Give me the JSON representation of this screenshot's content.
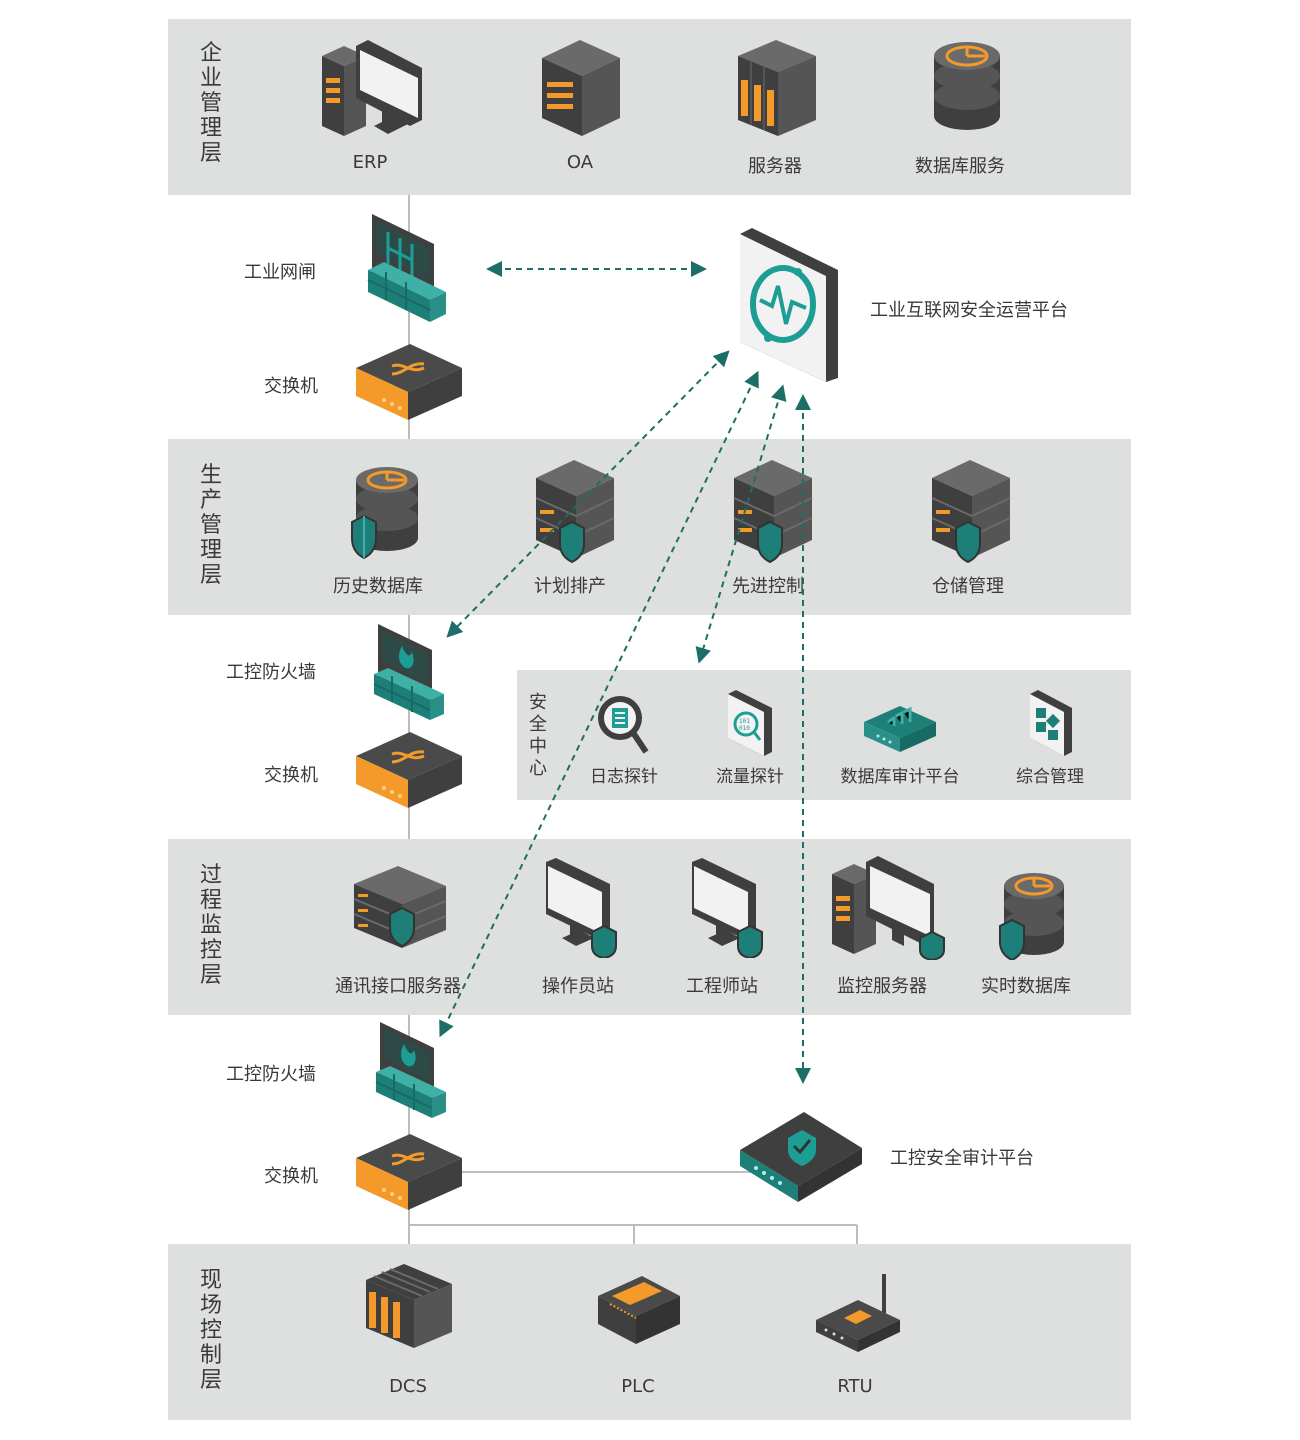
{
  "colors": {
    "layer_bg": "#dedfdf",
    "dark": "#4a4a4a",
    "orange": "#f39a2a",
    "teal": "#1d7f78",
    "arrow": "#1d6e66",
    "line": "#bdbdbd"
  },
  "enterprise": {
    "title": "企业管理层",
    "items": [
      "ERP",
      "OA",
      "服务器",
      "数据库服务"
    ]
  },
  "gateway": {
    "label": "工业网闸"
  },
  "platform": {
    "label": "工业互联网安全运营平台"
  },
  "switch_label": "交换机",
  "production": {
    "title": "生产管理层",
    "items": [
      "历史数据库",
      "计划排产",
      "先进控制",
      "仓储管理"
    ]
  },
  "firewall_label": "工控防火墙",
  "security": {
    "title": "安全中心",
    "items": [
      "日志探针",
      "流量探针",
      "数据库审计平台",
      "综合管理"
    ]
  },
  "process": {
    "title": "过程监控层",
    "items": [
      "通讯接口服务器",
      "操作员站",
      "工程师站",
      "监控服务器",
      "实时数据库"
    ]
  },
  "audit": {
    "label": "工控安全审计平台"
  },
  "field": {
    "title": "现场控制层",
    "items": [
      "DCS",
      "PLC",
      "RTU"
    ]
  },
  "icons": {
    "tower-pc": "desktop-with-tower",
    "tower": "server-tower",
    "rack": "server-rack",
    "db": "database",
    "fw": "firewall",
    "sw": "switch",
    "mon": "monitor-shield",
    "plat": "platform-wave",
    "audit": "audit-shield"
  }
}
